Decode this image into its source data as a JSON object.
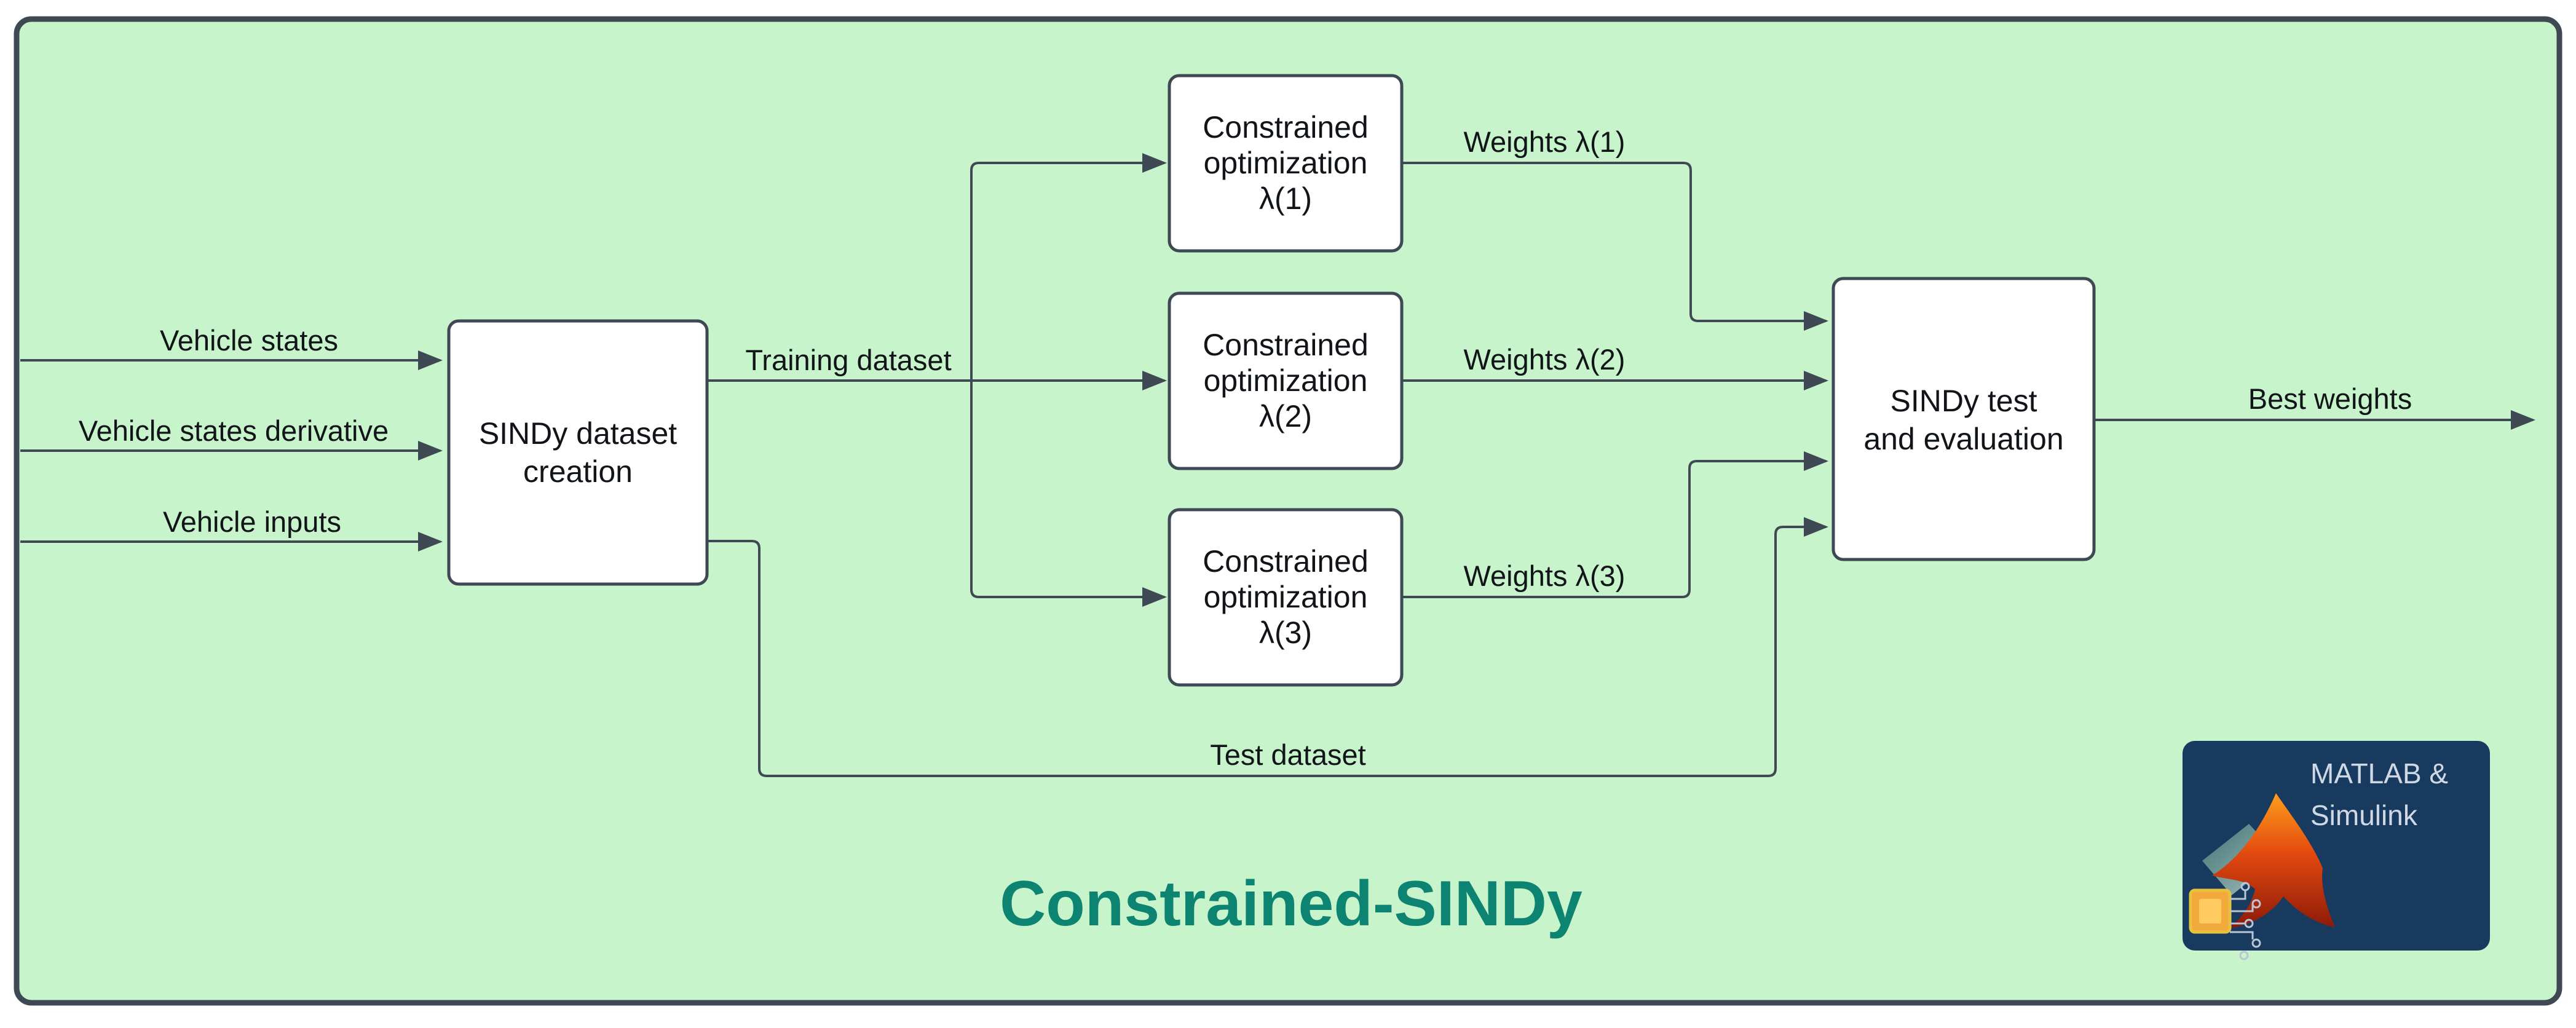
{
  "title": {
    "text": "Constrained-SINDy"
  },
  "colors": {
    "page_bg": "#ffffff",
    "frame_fill": "#c7f4ca",
    "frame_stroke": "#3e4953",
    "node_fill": "#ffffff",
    "node_stroke": "#3e4953",
    "connector": "#3e4953",
    "label_text": "#111418",
    "title_color": "#0d8372",
    "logo_bg": "#173a5e",
    "logo_text": "#cfd9e5"
  },
  "nodes": {
    "dataset_creation": {
      "lines": [
        "SINDy dataset",
        "creation"
      ]
    },
    "opt1": {
      "lines": [
        "Constrained",
        "optimization",
        "λ(1)"
      ]
    },
    "opt2": {
      "lines": [
        "Constrained",
        "optimization",
        "λ(2)"
      ]
    },
    "opt3": {
      "lines": [
        "Constrained",
        "optimization",
        "λ(3)"
      ]
    },
    "test_eval": {
      "lines": [
        "SINDy test",
        "and evaluation"
      ]
    }
  },
  "edge_labels": {
    "vehicle_states": "Vehicle states",
    "vehicle_states_derivative": "Vehicle states derivative",
    "vehicle_inputs": "Vehicle inputs",
    "training_dataset": "Training dataset",
    "weights_1": "Weights λ(1)",
    "weights_2": "Weights λ(2)",
    "weights_3": "Weights λ(3)",
    "test_dataset": "Test dataset",
    "best_weights": "Best weights"
  },
  "logo": {
    "line1": "MATLAB &",
    "line2": "Simulink"
  }
}
